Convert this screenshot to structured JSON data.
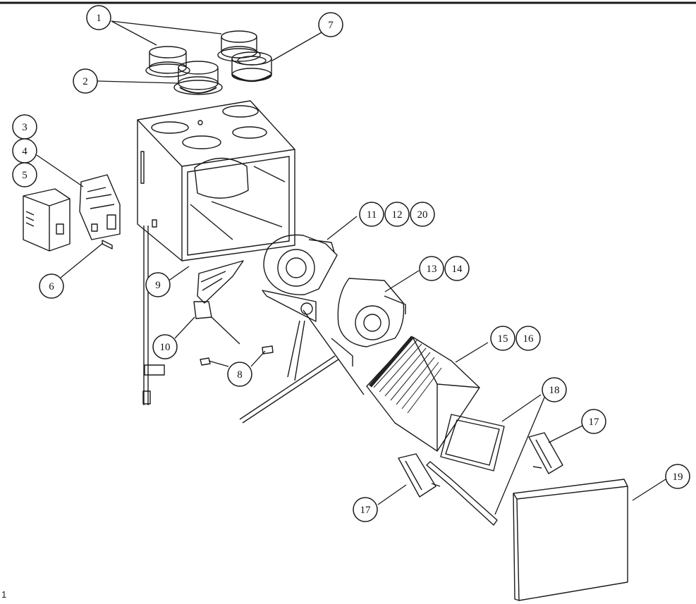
{
  "callouts": {
    "c1": "1",
    "c2": "2",
    "c3": "3",
    "c4": "4",
    "c5": "5",
    "c6": "6",
    "c7": "7",
    "c8": "8",
    "c9": "9",
    "c10": "10",
    "c11": "11",
    "c12": "12",
    "c13": "13",
    "c14": "14",
    "c15": "15",
    "c16": "16",
    "c17a": "17",
    "c17b": "17",
    "c18": "18",
    "c19": "19",
    "c20": "20"
  },
  "page_mark": "1"
}
